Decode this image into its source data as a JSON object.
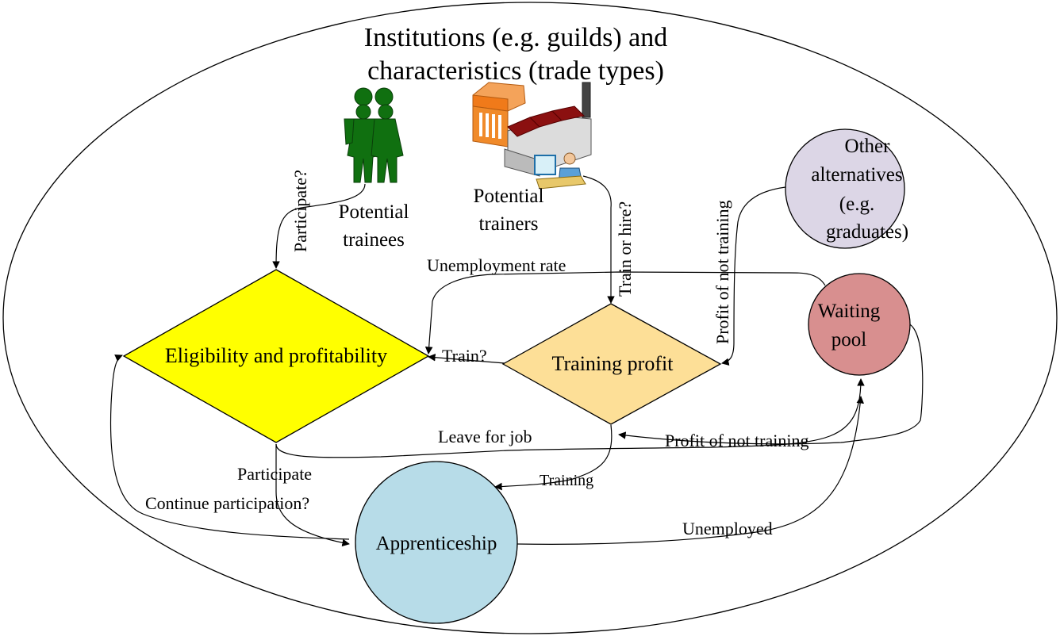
{
  "title": {
    "line1": "Institutions (e.g. guilds) and",
    "line2": "characteristics (trade types)"
  },
  "nodes": {
    "trainees": {
      "line1": "Potential",
      "line2": "trainees"
    },
    "trainers": {
      "line1": "Potential",
      "line2": "trainers"
    },
    "eligibility": "Eligibility and profitability",
    "training_profit": "Training profit",
    "other": {
      "line1": "Other",
      "line2": "alternatives",
      "line3": "(e.g.",
      "line4": "graduates)"
    },
    "waiting": {
      "line1": "Waiting",
      "line2": "pool"
    },
    "apprenticeship": "Apprenticeship"
  },
  "edges": {
    "participate_q": "Participate?",
    "train_or_hire": "Train or hire?",
    "profit_not_training_vertical": "Profit of not training",
    "unemployment_rate": "Unemployment rate",
    "train_q": "Train?",
    "leave_for_job": "Leave for job",
    "profit_not_training": "Profit of not training",
    "participate": "Participate",
    "continue_participation": "Continue participation?",
    "training": "Training",
    "unemployed": "Unemployed"
  },
  "colors": {
    "eligibility_fill": "#ffff00",
    "training_profit_fill": "#fddf97",
    "other_fill": "#dcd6e6",
    "waiting_fill": "#d88f8f",
    "apprenticeship_fill": "#b7dce8",
    "people": "#107010",
    "factory_roof": "#f07a1a",
    "factory_red": "#8b1010"
  },
  "icons": [
    "people-icon",
    "factory-icon"
  ]
}
